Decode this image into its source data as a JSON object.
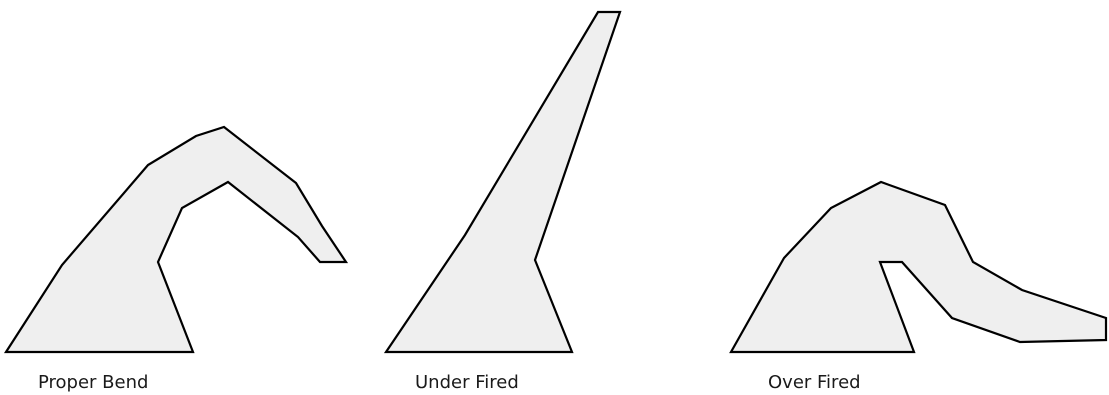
{
  "figures": [
    {
      "id": "proper",
      "label": "Proper Bend"
    },
    {
      "id": "under",
      "label": "Under Fired"
    },
    {
      "id": "over",
      "label": "Over Fired"
    }
  ],
  "colors": {
    "fill": "#efefef",
    "stroke": "#000000",
    "caption_text": "#1a1a1a",
    "background": "#ffffff"
  }
}
